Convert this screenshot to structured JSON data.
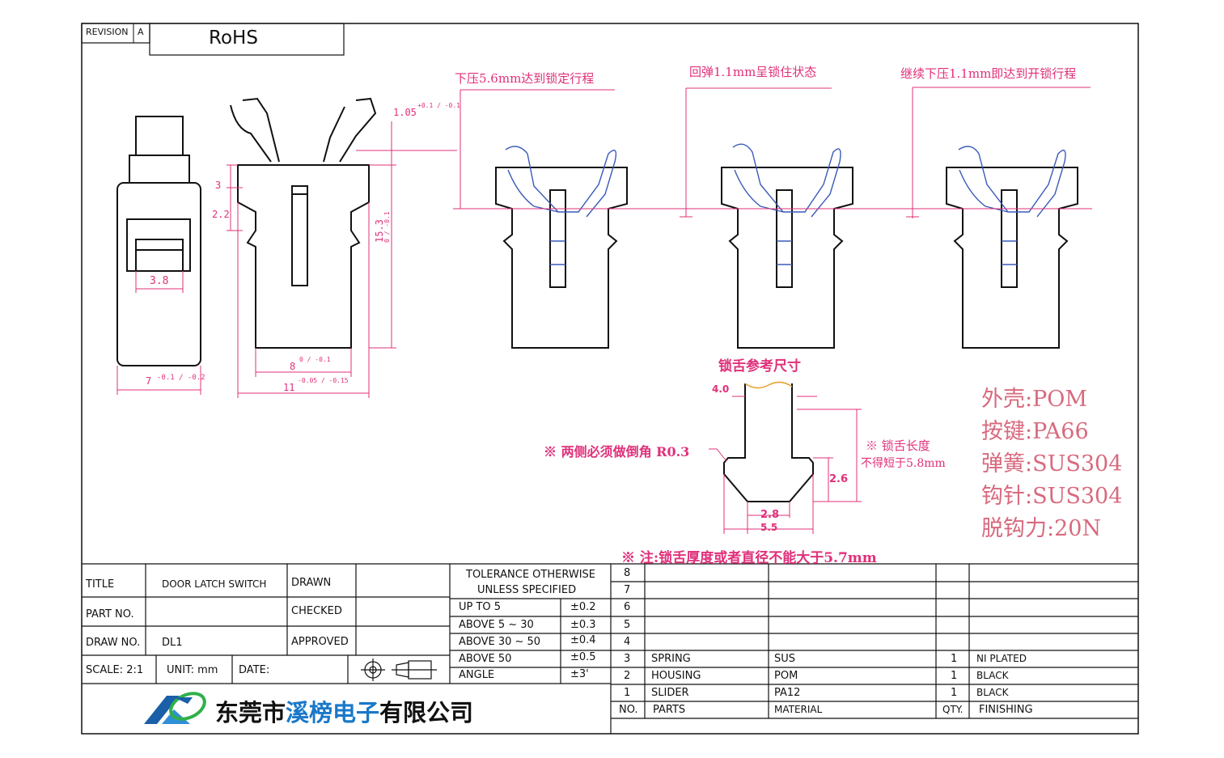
{
  "revision": {
    "label": "REVISION",
    "value": "A",
    "note": "RoHS"
  },
  "dimensions": {
    "d3_8": "3.8",
    "d7": "7",
    "d7_tol": "-0.1 / -0.2",
    "d1_05": "1.05",
    "d1_05_tol": "+0.1 / -0.1",
    "d3": "3",
    "d2_2": "2.2",
    "d8": "8",
    "d8_tol": "0 / -0.1",
    "d11": "11",
    "d11_tol": "-0.05 / -0.15",
    "d15_3": "15.3",
    "d15_3_tol": "0 / -0.1"
  },
  "notes": {
    "step1": "下压5.6mm达到锁定行程",
    "step2": "回弹1.1mm呈锁住状态",
    "step3": "继续下压1.1mm即达到开锁行程",
    "tongue_title": "锁舌参考尺寸",
    "chamfer": "※ 两侧必须做倒角 R0.3",
    "length_line1": "※ 锁舌长度",
    "length_line2": "不得短于5.8mm",
    "thickness": "※ 注:锁舌厚度或者直径不能大于5.7mm"
  },
  "tongue_dims": {
    "w4": "4.0",
    "h2_6": "2.6",
    "w2_8": "2.8",
    "w5_5": "5.5"
  },
  "materials": [
    "外壳:POM",
    "按键:PA66",
    "弹簧:SUS304",
    "钩针:SUS304",
    "脱钩力:20N"
  ],
  "title_block": {
    "title_label": "TITLE",
    "title_value": "DOOR LATCH SWITCH",
    "part_label": "PART NO.",
    "part_value": "",
    "draw_label": "DRAW NO.",
    "draw_value": "DL1",
    "scale": "SCALE: 2:1",
    "unit": "UNIT: mm",
    "date": "DATE:",
    "drawn": "DRAWN",
    "checked": "CHECKED",
    "approved": "APPROVED",
    "tol_head1": "TOLERANCE OTHERWISE",
    "tol_head2": "UNLESS SPECIFIED",
    "tolerances": [
      {
        "range": "UP TO 5",
        "tol": "±0.2"
      },
      {
        "range": "ABOVE 5 ~ 30",
        "tol": "±0.3"
      },
      {
        "range": "ABOVE 30 ~ 50",
        "tol": "±0.4"
      },
      {
        "range": "ABOVE 50",
        "tol": "±0.5"
      },
      {
        "range": "ANGLE",
        "tol": "±3'"
      }
    ],
    "company_prefix": "东莞市",
    "company_brand": "溪榜电子",
    "company_suffix": "有限公司"
  },
  "bom": {
    "rows": [
      {
        "no": "8",
        "parts": "",
        "material": "",
        "qty": "",
        "finishing": ""
      },
      {
        "no": "7",
        "parts": "",
        "material": "",
        "qty": "",
        "finishing": ""
      },
      {
        "no": "6",
        "parts": "",
        "material": "",
        "qty": "",
        "finishing": ""
      },
      {
        "no": "5",
        "parts": "",
        "material": "",
        "qty": "",
        "finishing": ""
      },
      {
        "no": "4",
        "parts": "",
        "material": "",
        "qty": "",
        "finishing": ""
      },
      {
        "no": "3",
        "parts": "SPRING",
        "material": "SUS",
        "qty": "1",
        "finishing": "NI PLATED"
      },
      {
        "no": "2",
        "parts": "HOUSING",
        "material": "POM",
        "qty": "1",
        "finishing": "BLACK"
      },
      {
        "no": "1",
        "parts": "SLIDER",
        "material": "PA12",
        "qty": "1",
        "finishing": "BLACK"
      }
    ],
    "header": {
      "no": "NO.",
      "parts": "PARTS",
      "material": "MATERIAL",
      "qty": "QTY.",
      "finishing": "FINISHING"
    }
  },
  "colors": {
    "line": "#111111",
    "dim": "#e0307a",
    "spring": "#3a5ab8",
    "material": "#d86a7e",
    "brand": "#1a78c8"
  }
}
